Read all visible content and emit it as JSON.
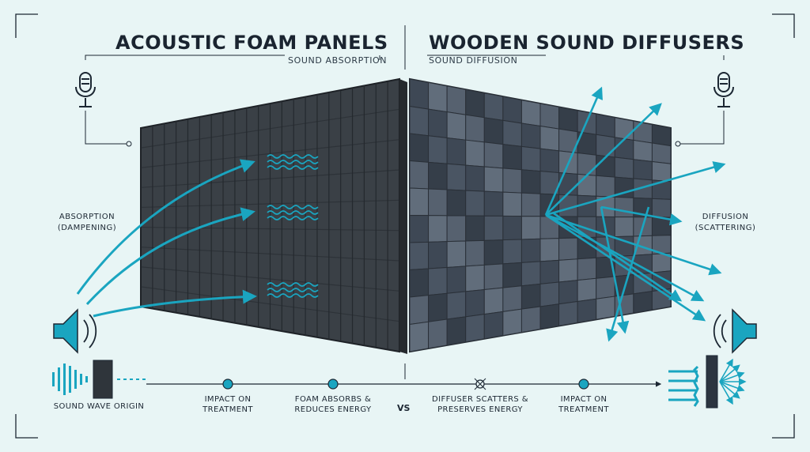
{
  "colors": {
    "accent": "#1aa5c0",
    "foam": "#3c4248",
    "foam_dark": "#2a2f34",
    "wood": "#4a5666",
    "ink": "#1c2733",
    "bg": "#e8f5f5"
  },
  "left": {
    "title": "ACOUSTIC FOAM PANELS",
    "subtitle": "SOUND ABSORPTION",
    "side_label": [
      "ABSORPTION",
      "(DAMPENING)"
    ],
    "icons": [
      "microphone-icon",
      "speaker-icon"
    ]
  },
  "right": {
    "title": "WOODEN SOUND DIFFUSERS",
    "subtitle": "SOUND DIFFUSION",
    "side_label": [
      "DIFFUSION",
      "(SCATTERING)"
    ],
    "icons": [
      "microphone-icon",
      "speaker-icon",
      "diffuser-scatter-icon"
    ]
  },
  "timeline": {
    "origin_label": "SOUND WAVE ORIGIN",
    "steps": [
      {
        "label": [
          "IMPACT ON",
          "TREATMENT"
        ]
      },
      {
        "label": [
          "FOAM ABSORBS &",
          "REDUCES ENERGY"
        ]
      },
      {
        "label": [
          "DIFFUSER SCATTERS &",
          "PRESERVES ENERGY"
        ]
      },
      {
        "label": [
          "IMPACT ON",
          "TREATMENT"
        ]
      }
    ],
    "vs": "VS"
  }
}
